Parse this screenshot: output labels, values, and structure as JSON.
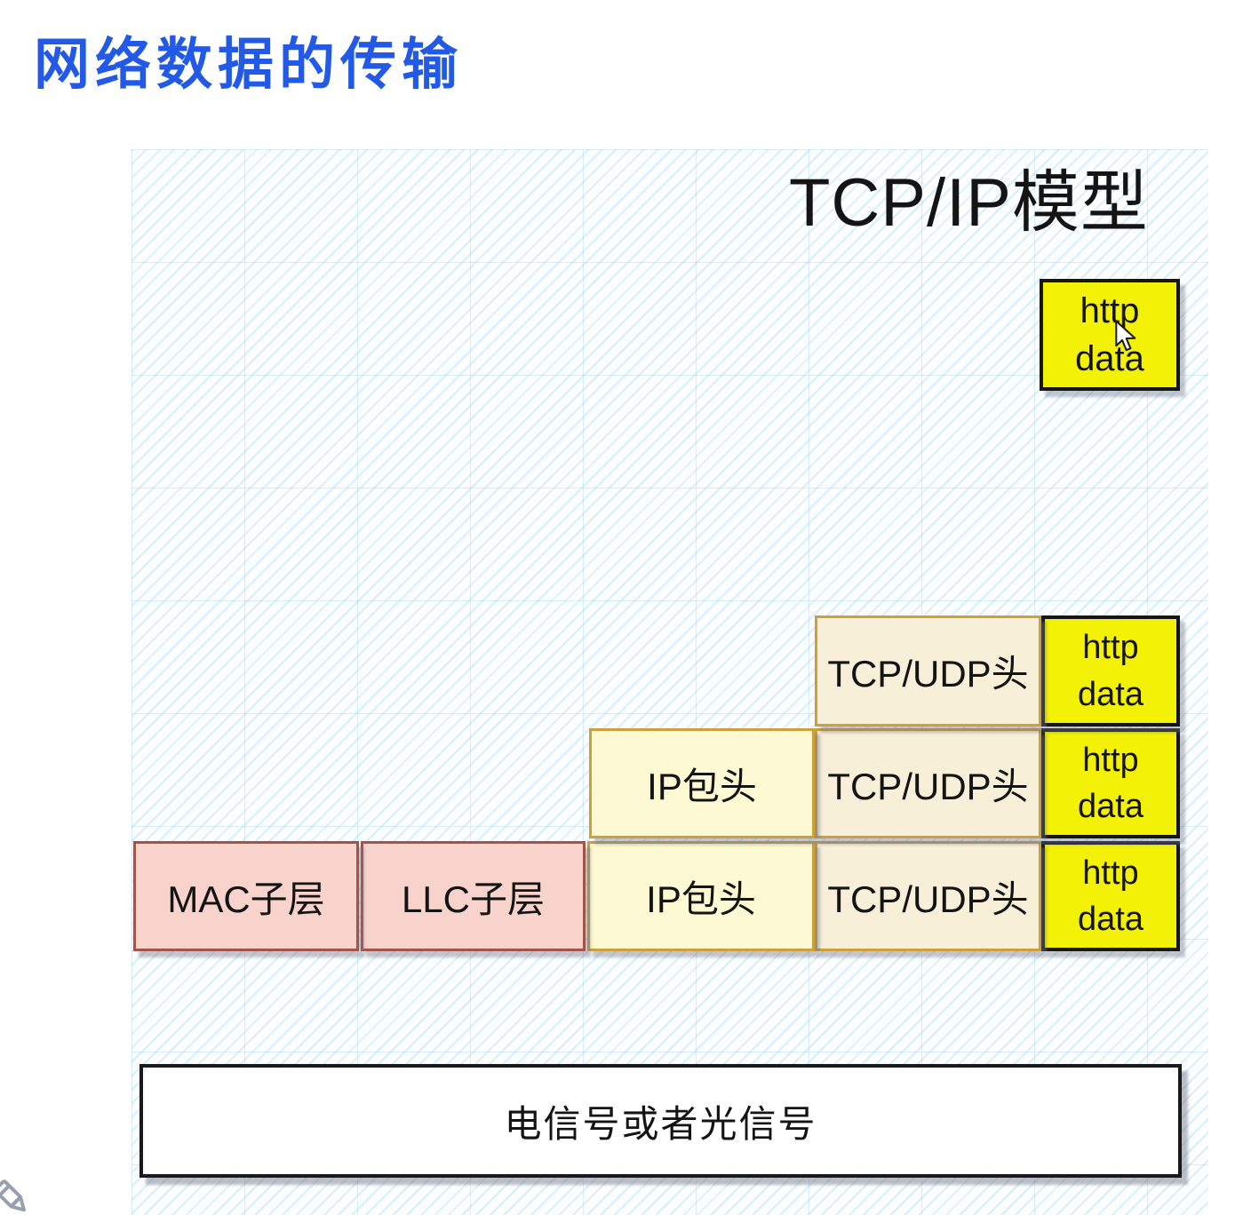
{
  "page": {
    "title": "网络数据的传输",
    "model_heading": "TCP/IP模型"
  },
  "colors": {
    "title_blue": "#2259e6",
    "heading_black": "#141414",
    "data_yellow": "#f3f105",
    "tcp_header_cream": "#f8efd8",
    "ip_header_light_yellow": "#fdf9d2",
    "mac_llc_pink": "#f8d3cc",
    "orange_border": "#cda03c",
    "pink_border": "#a3544a",
    "black_border": "#161616",
    "hatch_blue": "#aee0fa"
  },
  "diagram": {
    "top_packet": {
      "line1": "http",
      "line2": "data"
    },
    "rows": [
      {
        "tcp_label": "TCP/UDP头",
        "packet": {
          "line1": "http",
          "line2": "data"
        }
      },
      {
        "ip_label": "IP包头",
        "tcp_label": "TCP/UDP头",
        "packet": {
          "line1": "http",
          "line2": "data"
        }
      },
      {
        "mac_label": "MAC子层",
        "llc_label": "LLC子层",
        "ip_label": "IP包头",
        "tcp_label": "TCP/UDP头",
        "packet": {
          "line1": "http",
          "line2": "data"
        }
      }
    ],
    "signal_box": {
      "label": "电信号或者光信号"
    }
  }
}
